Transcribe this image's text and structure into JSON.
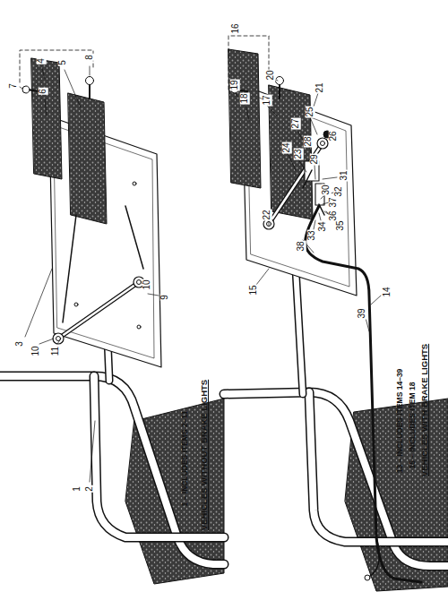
{
  "diagram": {
    "labels": [
      "4",
      "5",
      "8",
      "7",
      "6",
      "3",
      "10",
      "11",
      "10",
      "9",
      "2",
      "1",
      "1 – INCLUDES ITEMS 2–11",
      "VEHICLES WITHOUT BRAKE LIGHTS",
      "16",
      "20",
      "19",
      "18",
      "17",
      "21",
      "25",
      "26",
      "27",
      "28",
      "24",
      "23",
      "29",
      "31",
      "32",
      "30",
      "37",
      "36",
      "35",
      "34",
      "33",
      "38",
      "22",
      "15",
      "14",
      "39",
      "13 – INCLUDES ITEMS 14–39",
      "15 – INCLUDES ITEM 18",
      "VEHICLES WITH BRAKE LIGHTS"
    ]
  }
}
